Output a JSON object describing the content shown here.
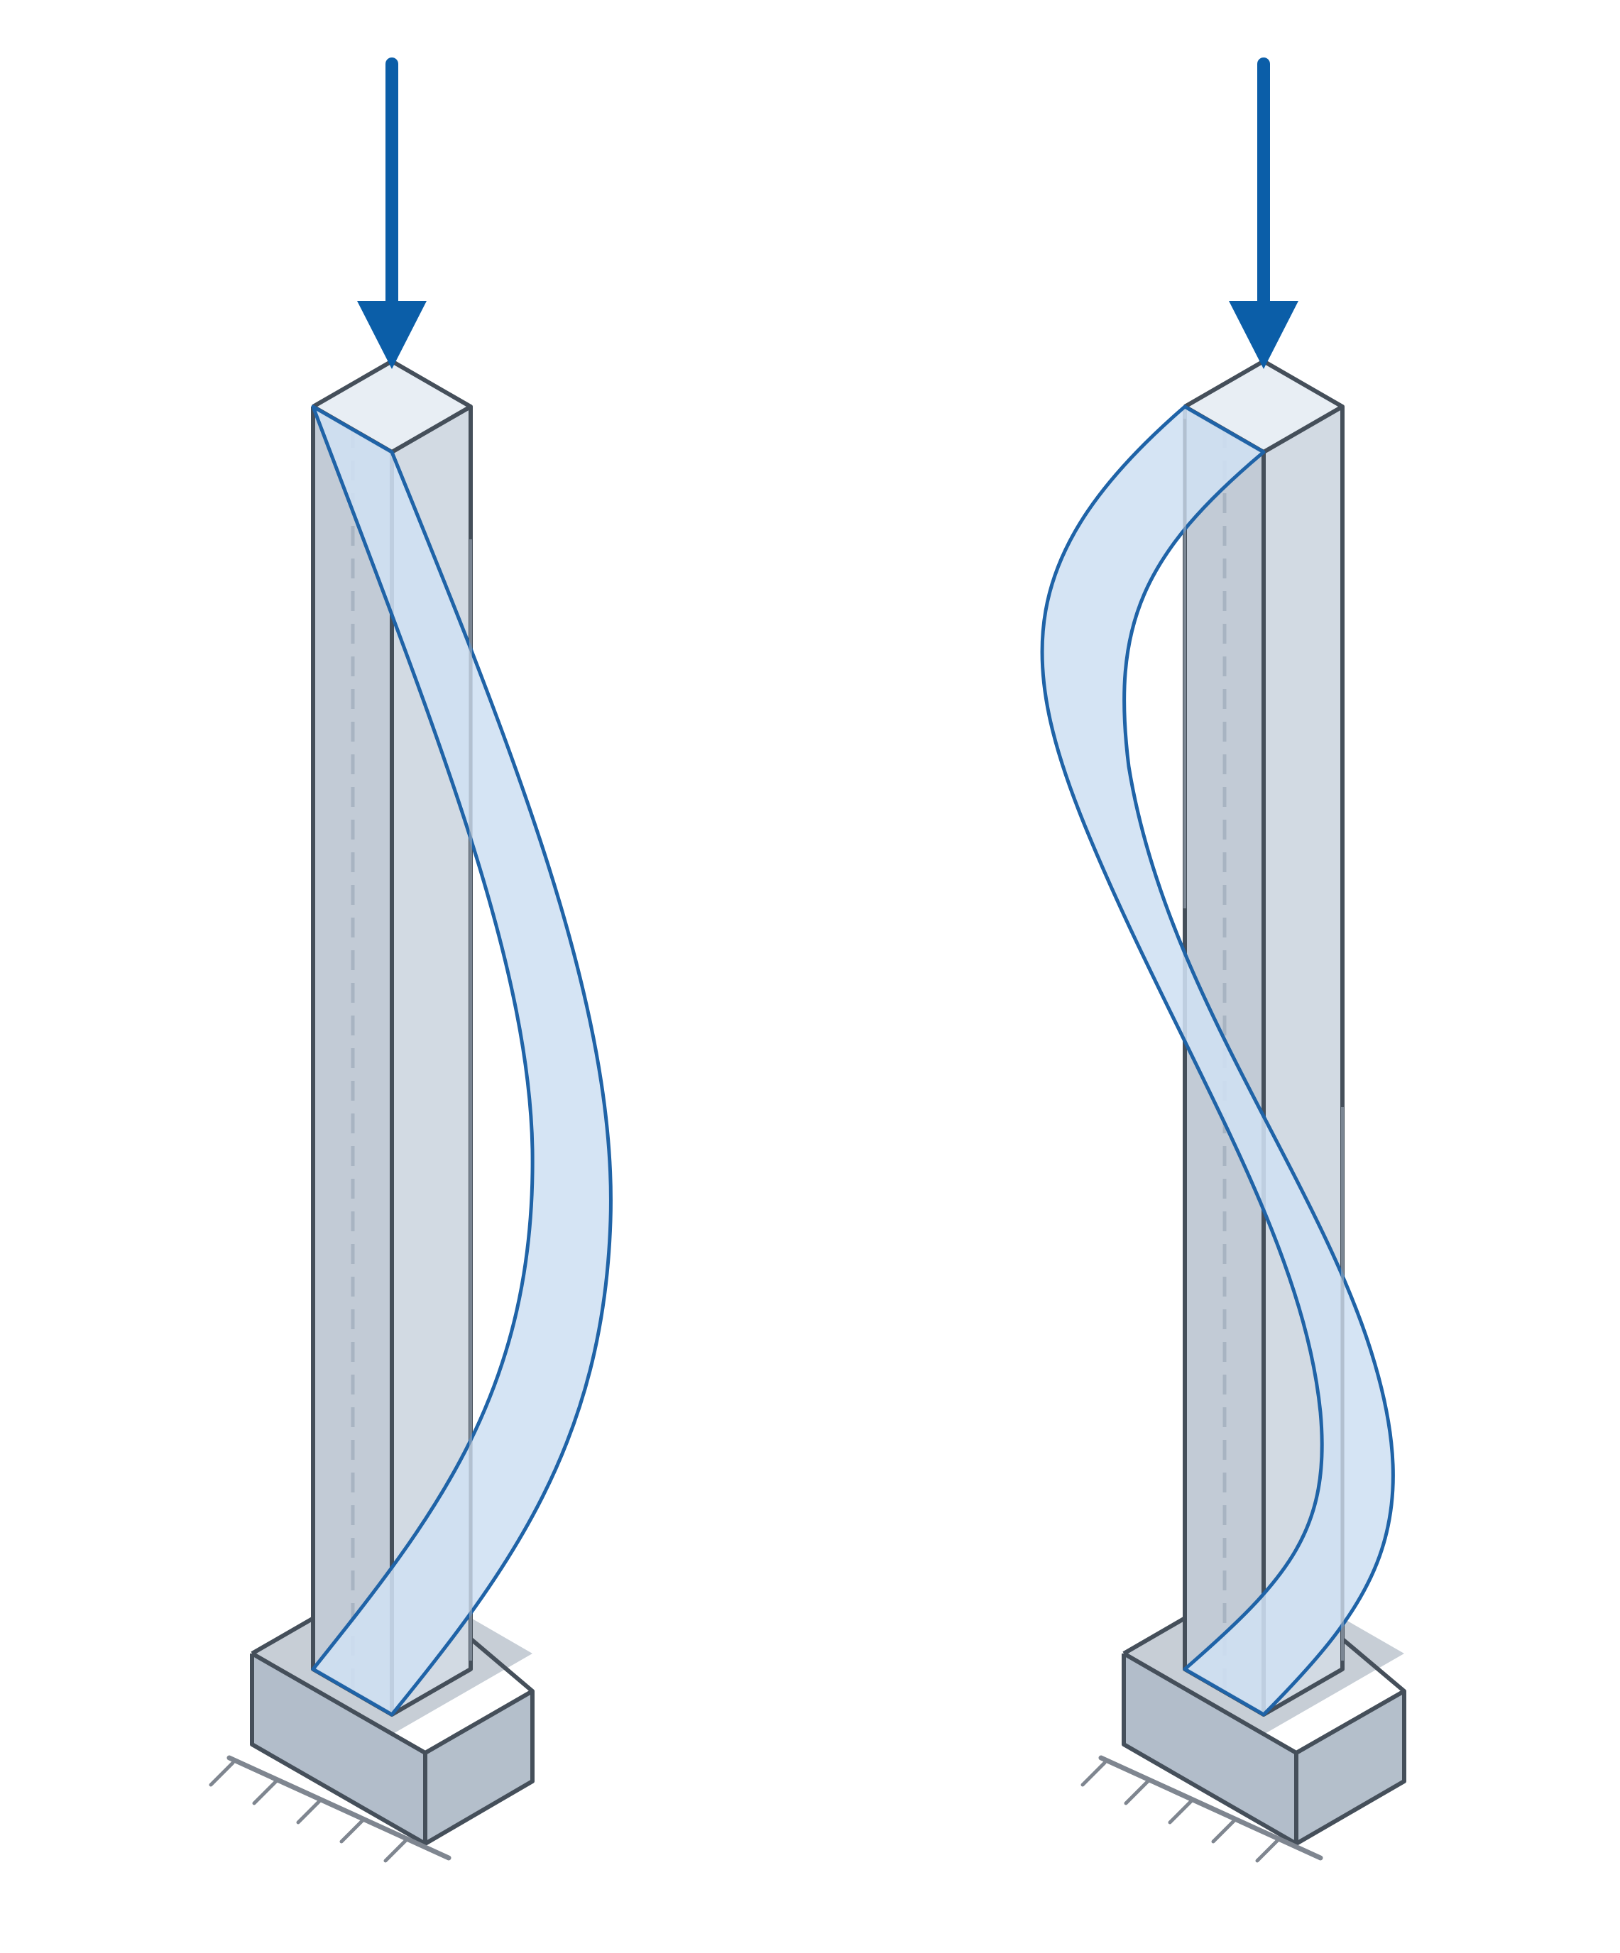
{
  "diagram": {
    "columns": [
      {
        "id": "column-left",
        "buckling_mode": "first",
        "load": "axial-compression",
        "support": "fixed-base"
      },
      {
        "id": "column-right",
        "buckling_mode": "second",
        "load": "axial-compression",
        "support": "fixed-base"
      }
    ],
    "colors": {
      "load_arrow": "#0b5ea8",
      "outline": "#454f5a",
      "column_face_front": "#c2cbd6",
      "column_face_side": "#d2dae3",
      "column_top": "#e8eef4",
      "base_top": "#c7ced6",
      "base_front": "#b2bdca",
      "base_side": "#b4bfcb",
      "buckled_fill": "#cfe0f2",
      "buckled_stroke": "#1f63a7",
      "hidden_edge": "#a8b4c2",
      "ground_hatch": "#7f8690"
    }
  }
}
